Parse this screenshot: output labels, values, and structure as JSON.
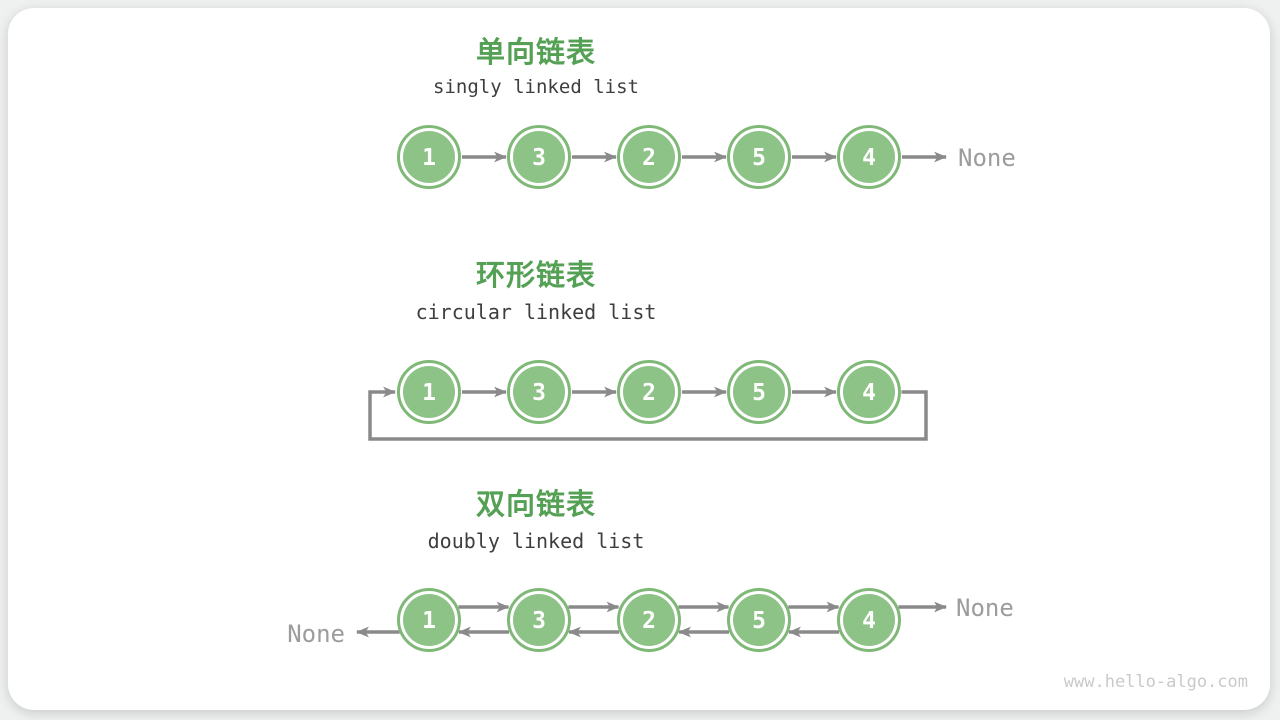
{
  "card": {
    "watermark": "www.hello-algo.com"
  },
  "colors": {
    "title_green": "#54A054",
    "node_fill": "#8EC388",
    "node_ring": "#7FB877",
    "node_text": "#FFFFFF",
    "arrow_gray": "#8A8A8A",
    "none_text": "#9C9C9C",
    "subtitle_text": "#3E3E3E",
    "watermark_text": "#C9C9C9",
    "card_bg": "#FFFFFF"
  },
  "sections": [
    {
      "title_zh": "单向链表",
      "title_en": "singly linked list",
      "nodes": [
        "1",
        "3",
        "2",
        "5",
        "4"
      ],
      "tail_label": "None"
    },
    {
      "title_zh": "环形链表",
      "title_en": "circular linked list",
      "nodes": [
        "1",
        "3",
        "2",
        "5",
        "4"
      ]
    },
    {
      "title_zh": "双向链表",
      "title_en": "doubly linked list",
      "nodes": [
        "1",
        "3",
        "2",
        "5",
        "4"
      ],
      "head_label": "None",
      "tail_label": "None"
    }
  ]
}
